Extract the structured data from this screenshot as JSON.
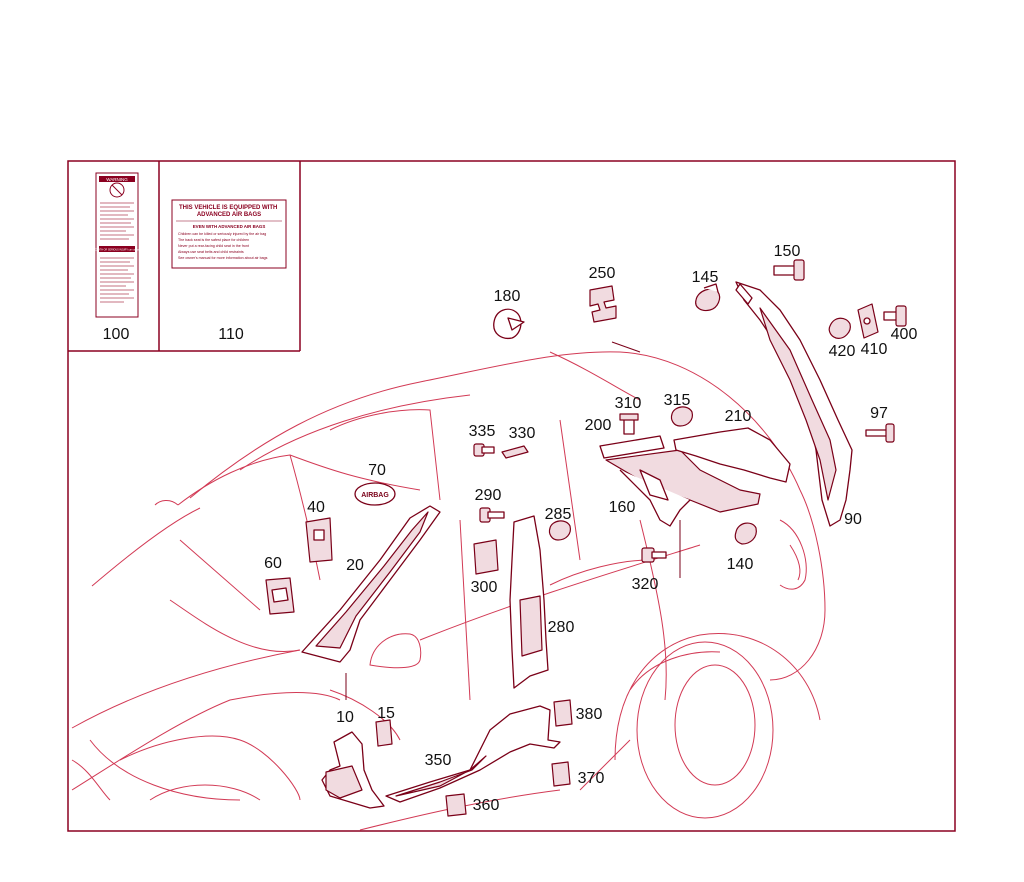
{
  "colors": {
    "frame": "#8b0020",
    "vehicle_outline": "#d23a55",
    "parts": "#7a0018",
    "text": "#111111"
  },
  "labels": {
    "airbag_warning_heading": "WARNING",
    "airbag_warning_child_heading": "DEATH OR SERIOUS INJURY can occur",
    "sticker_title": "THIS VEHICLE IS EQUIPPED WITH ADVANCED AIR BAGS",
    "sticker_subtitle": "EVEN WITH ADVANCED AIR BAGS",
    "sticker_bullets": [
      "Children can be killed or seriously injured by the air bag",
      "The back seat is the safest place for children",
      "Never put a rear-facing child seat in the front",
      "Always use seat belts and child restraints",
      "See owner's manual for more information about air bags"
    ],
    "airbag_emblem_text": "AIRBAG"
  },
  "callouts": {
    "c100": "100",
    "c110": "110",
    "c180": "180",
    "c250": "250",
    "c145": "145",
    "c150": "150",
    "c420": "420",
    "c410": "410",
    "c400": "400",
    "c310": "310",
    "c315": "315",
    "c200": "200",
    "c210": "210",
    "c97": "97",
    "c90": "90",
    "c335": "335",
    "c330": "330",
    "c70": "70",
    "c40": "40",
    "c20": "20",
    "c60": "60",
    "c290": "290",
    "c285": "285",
    "c300": "300",
    "c280": "280",
    "c160": "160",
    "c320": "320",
    "c140": "140",
    "c10": "10",
    "c15": "15",
    "c350": "350",
    "c360": "360",
    "c380": "380",
    "c370": "370"
  }
}
